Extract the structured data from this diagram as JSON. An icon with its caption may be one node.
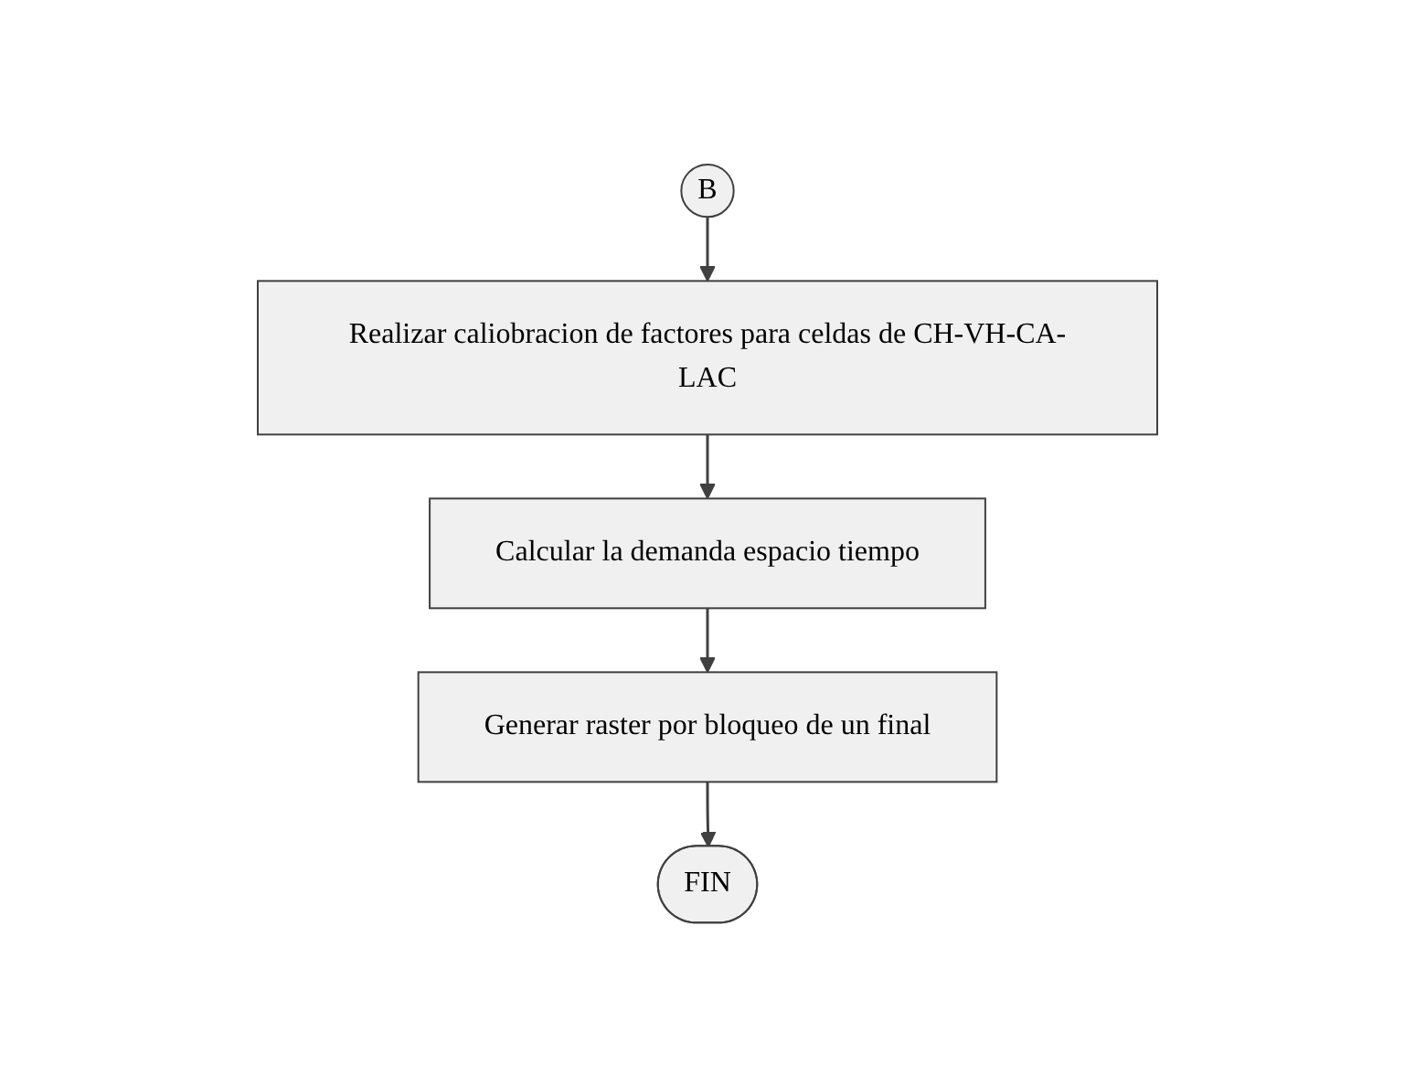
{
  "diagram": {
    "nodes": [
      {
        "text": [
          "B"
        ]
      },
      {
        "text": [
          "Realizar caliobracion de factores para celdas de CH-VH-CA-LAC"
        ]
      },
      {
        "text": [
          "Calcular la demanda espacio tiempo"
        ]
      },
      {
        "text": [
          "Generar raster por bloqueo de un final"
        ]
      },
      {
        "text": [
          "FIN"
        ]
      }
    ],
    "edges": [
      {
        "from": 0,
        "to": 1,
        "arrow": "to"
      },
      {
        "from": 1,
        "to": 2,
        "arrow": "to"
      },
      {
        "from": 2,
        "to": 3,
        "arrow": "to"
      },
      {
        "from": 3,
        "to": 4,
        "arrow": "to"
      }
    ]
  }
}
